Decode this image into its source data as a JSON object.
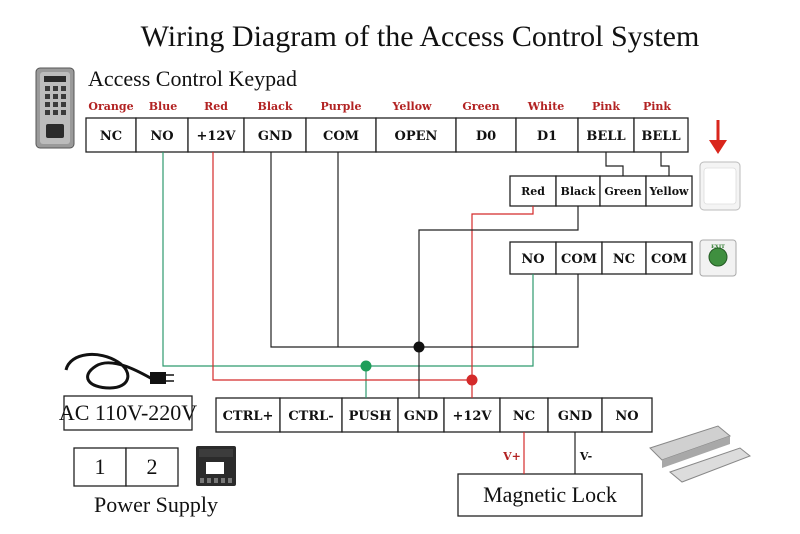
{
  "title": "Wiring Diagram of the Access Control System",
  "keypad": {
    "label": "Access Control Keypad",
    "wire_colors": [
      "Orange",
      "Blue",
      "Red",
      "Black",
      "Purple",
      "Yellow",
      "Green",
      "White",
      "Pink",
      "Pink"
    ],
    "terminals": [
      "NC",
      "NO",
      "+12V",
      "GND",
      "COM",
      "OPEN",
      "D0",
      "D1",
      "BELL",
      "BELL"
    ]
  },
  "doorbell": {
    "terminals": [
      "Red",
      "Black",
      "Green",
      "Yellow"
    ]
  },
  "exit_button": {
    "terminals": [
      "NO",
      "COM",
      "NC",
      "COM"
    ],
    "label": "EXIT"
  },
  "power_supply": {
    "input_label": "AC 110V-220V",
    "input_terminals": [
      "1",
      "2"
    ],
    "label": "Power Supply",
    "terminals": [
      "CTRL+",
      "CTRL-",
      "PUSH",
      "GND",
      "+12V",
      "NC",
      "GND",
      "NO"
    ]
  },
  "magnetic_lock": {
    "label": "Magnetic Lock",
    "pin_labels": [
      "V+",
      "V-"
    ]
  },
  "colors": {
    "green_wire": "#2e9a6e",
    "red_wire": "#d42a2a",
    "black_wire": "#222222",
    "arrow": "#d9261c"
  }
}
